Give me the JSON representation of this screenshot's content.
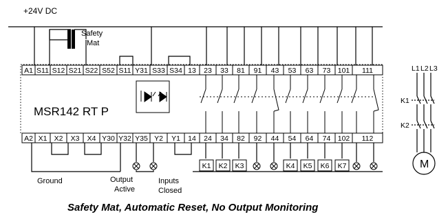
{
  "supply_label": "+24V DC",
  "safety_mat_label": [
    "Safety",
    "Mat"
  ],
  "model_name": "MSR142 RT P",
  "top_terminals": [
    "A1",
    "S11",
    "S12",
    "S21",
    "S22",
    "S52",
    "S11",
    "Y31",
    "S33",
    "S34",
    "13",
    "23",
    "33",
    "81",
    "91",
    "43",
    "53",
    "63",
    "73",
    "101",
    "111"
  ],
  "bottom_terminals": [
    "A2",
    "X1",
    "X2",
    "X3",
    "X4",
    "Y30",
    "Y32",
    "Y35",
    "Y2",
    "Y1",
    "14",
    "24",
    "34",
    "82",
    "92",
    "44",
    "54",
    "64",
    "74",
    "102",
    "112"
  ],
  "contactors": [
    "K1",
    "K2",
    "K3",
    "K4",
    "K5",
    "K6",
    "K7"
  ],
  "motor_lines": [
    "L1",
    "L2",
    "L3"
  ],
  "motor_contactors": [
    "K1",
    "K2"
  ],
  "motor_label": "M",
  "ground_label": "Ground",
  "output_active_label": [
    "Output",
    "Active"
  ],
  "inputs_closed_label": [
    "Inputs",
    "Closed"
  ],
  "caption": "Safety Mat, Automatic Reset, No Output Monitoring"
}
